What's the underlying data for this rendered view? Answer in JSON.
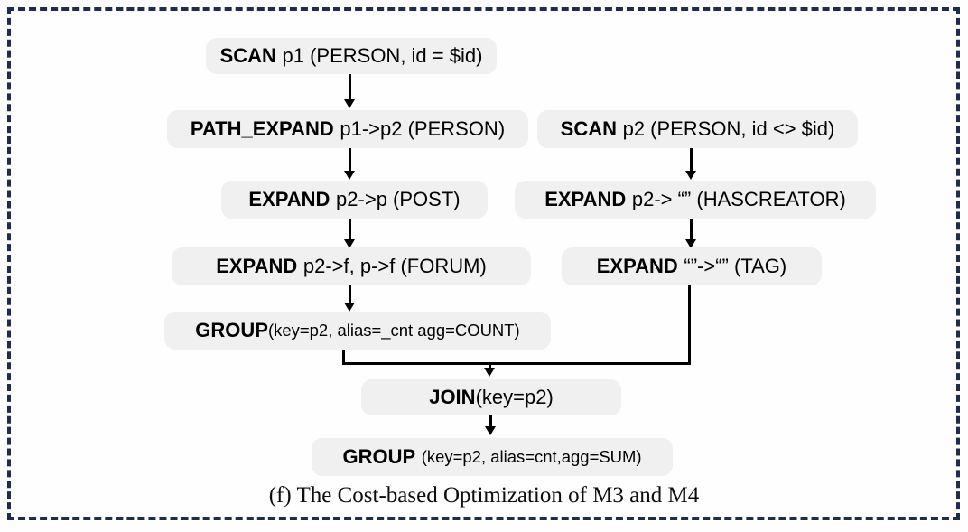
{
  "figure": {
    "caption": "(f) The Cost-based Optimization of M3 and M4",
    "frame_color": "#1e2d4d",
    "node_fill": "#f0f0f0",
    "edge_color": "#000000"
  },
  "nodes": {
    "scan_p1": {
      "op": "SCAN",
      "args": "p1 (PERSON, id = $id)"
    },
    "path_expand": {
      "op": "PATH_EXPAND",
      "args": "p1->p2 (PERSON)"
    },
    "scan_p2": {
      "op": "SCAN",
      "args": "p2 (PERSON, id <> $id)"
    },
    "expand_post": {
      "op": "EXPAND",
      "args": "p2->p (POST)"
    },
    "expand_hascreator": {
      "op": "EXPAND",
      "args": "p2-> “” (HASCREATOR)"
    },
    "expand_forum": {
      "op": "EXPAND",
      "args": "p2->f, p->f (FORUM)"
    },
    "expand_tag": {
      "op": "EXPAND",
      "args": "“”->“” (TAG)"
    },
    "group_count": {
      "op": "GROUP",
      "args": "(key=p2, alias=_cnt  agg=COUNT)"
    },
    "join": {
      "op": "JOIN",
      "args": "(key=p2)"
    },
    "group_sum": {
      "op": "GROUP",
      "args": "(key=p2, alias=cnt,agg=SUM)"
    }
  },
  "chart_data": {
    "type": "diagram",
    "title": "(f) The Cost-based Optimization of M3 and M4",
    "graph": {
      "nodes": [
        {
          "id": "scan_p1",
          "label": "SCAN p1 (PERSON, id = $id)"
        },
        {
          "id": "path_expand",
          "label": "PATH_EXPAND p1->p2 (PERSON)"
        },
        {
          "id": "scan_p2",
          "label": "SCAN p2 (PERSON, id <> $id)"
        },
        {
          "id": "expand_post",
          "label": "EXPAND p2->p (POST)"
        },
        {
          "id": "expand_hascreator",
          "label": "EXPAND p2-> “” (HASCREATOR)"
        },
        {
          "id": "expand_forum",
          "label": "EXPAND p2->f, p->f (FORUM)"
        },
        {
          "id": "expand_tag",
          "label": "EXPAND “”->“” (TAG)"
        },
        {
          "id": "group_count",
          "label": "GROUP(key=p2, alias=_cnt  agg=COUNT)"
        },
        {
          "id": "join",
          "label": "JOIN(key=p2)"
        },
        {
          "id": "group_sum",
          "label": "GROUP (key=p2, alias=cnt,agg=SUM)"
        }
      ],
      "edges": [
        {
          "from": "scan_p1",
          "to": "path_expand"
        },
        {
          "from": "path_expand",
          "to": "expand_post"
        },
        {
          "from": "expand_post",
          "to": "expand_forum"
        },
        {
          "from": "expand_forum",
          "to": "group_count"
        },
        {
          "from": "group_count",
          "to": "join"
        },
        {
          "from": "scan_p2",
          "to": "expand_hascreator"
        },
        {
          "from": "expand_hascreator",
          "to": "expand_tag"
        },
        {
          "from": "expand_tag",
          "to": "join"
        },
        {
          "from": "join",
          "to": "group_sum"
        }
      ]
    }
  }
}
